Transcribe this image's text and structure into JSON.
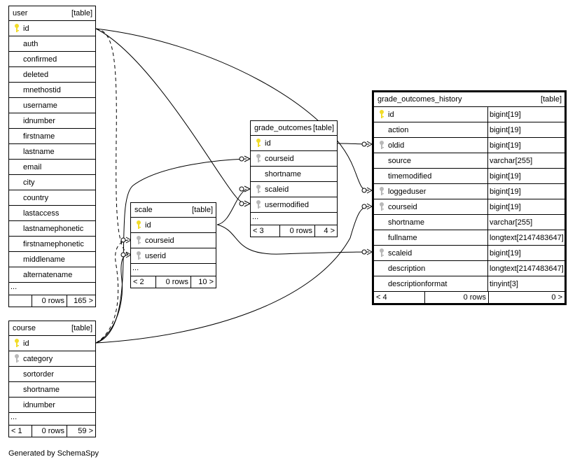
{
  "footer_text": "Generated by SchemaSpy",
  "tables": {
    "user": {
      "name": "user",
      "tag": "[table]",
      "columns": [
        {
          "name": "id",
          "key": "primary"
        },
        {
          "name": "auth"
        },
        {
          "name": "confirmed"
        },
        {
          "name": "deleted"
        },
        {
          "name": "mnethostid"
        },
        {
          "name": "username"
        },
        {
          "name": "idnumber"
        },
        {
          "name": "firstname"
        },
        {
          "name": "lastname"
        },
        {
          "name": "email"
        },
        {
          "name": "city"
        },
        {
          "name": "country"
        },
        {
          "name": "lastaccess"
        },
        {
          "name": "lastnamephonetic"
        },
        {
          "name": "firstnamephonetic"
        },
        {
          "name": "middlename"
        },
        {
          "name": "alternatename"
        }
      ],
      "more": "...",
      "foot": [
        "",
        "0 rows",
        "165 >"
      ]
    },
    "course": {
      "name": "course",
      "tag": "[table]",
      "columns": [
        {
          "name": "id",
          "key": "primary"
        },
        {
          "name": "category",
          "key": "foreign"
        },
        {
          "name": "sortorder"
        },
        {
          "name": "shortname"
        },
        {
          "name": "idnumber"
        }
      ],
      "more": "...",
      "foot": [
        "< 1",
        "0 rows",
        "59 >"
      ]
    },
    "scale": {
      "name": "scale",
      "tag": "[table]",
      "columns": [
        {
          "name": "id",
          "key": "primary"
        },
        {
          "name": "courseid",
          "key": "foreign"
        },
        {
          "name": "userid",
          "key": "foreign"
        }
      ],
      "more": "...",
      "foot": [
        "< 2",
        "0 rows",
        "10 >"
      ]
    },
    "grade_outcomes": {
      "name": "grade_outcomes",
      "tag": "[table]",
      "columns": [
        {
          "name": "id",
          "key": "primary"
        },
        {
          "name": "courseid",
          "key": "foreign"
        },
        {
          "name": "shortname"
        },
        {
          "name": "scaleid",
          "key": "foreign"
        },
        {
          "name": "usermodified",
          "key": "foreign"
        }
      ],
      "more": "...",
      "foot": [
        "< 3",
        "0 rows",
        "4 >"
      ]
    },
    "grade_outcomes_history": {
      "name": "grade_outcomes_history",
      "tag": "[table]",
      "columns": [
        {
          "name": "id",
          "key": "primary",
          "type": "bigint[19]"
        },
        {
          "name": "action",
          "type": "bigint[19]"
        },
        {
          "name": "oldid",
          "key": "foreign",
          "type": "bigint[19]"
        },
        {
          "name": "source",
          "type": "varchar[255]"
        },
        {
          "name": "timemodified",
          "type": "bigint[19]"
        },
        {
          "name": "loggeduser",
          "key": "foreign",
          "type": "bigint[19]"
        },
        {
          "name": "courseid",
          "key": "foreign",
          "type": "bigint[19]"
        },
        {
          "name": "shortname",
          "type": "varchar[255]"
        },
        {
          "name": "fullname",
          "type": "longtext[2147483647]"
        },
        {
          "name": "scaleid",
          "key": "foreign",
          "type": "bigint[19]"
        },
        {
          "name": "description",
          "type": "longtext[2147483647]"
        },
        {
          "name": "descriptionformat",
          "type": "tinyint[3]"
        }
      ],
      "foot": [
        "< 4",
        "0 rows",
        "0 >"
      ]
    }
  },
  "colors": {
    "primary_key": "#f2dc28",
    "foreign_key": "#b8b8b8",
    "line": "#000000"
  }
}
